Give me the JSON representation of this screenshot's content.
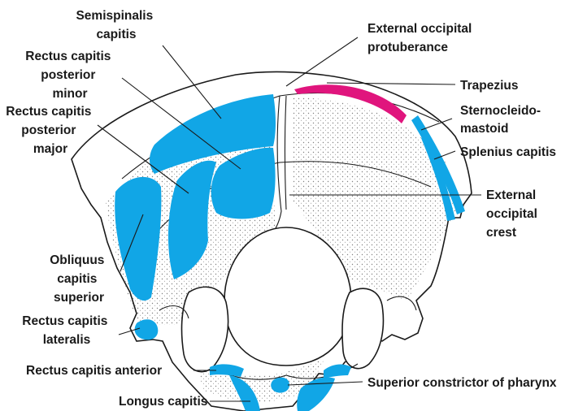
{
  "colors": {
    "muscle_origin": "#11a6e6",
    "muscle_insertion": "#e0157d",
    "bone_outline": "#1a1a1a",
    "background": "#ffffff"
  },
  "labels": {
    "semispinalis_capitis": [
      "Semispinalis",
      "capitis"
    ],
    "rectus_capitis_posterior_minor": [
      "Rectus capitis",
      "posterior",
      "minor"
    ],
    "rectus_capitis_posterior_major": [
      "Rectus capitis",
      "posterior",
      "major"
    ],
    "obliquus_capitis_superior": [
      "Obliquus",
      "capitis",
      "superior"
    ],
    "rectus_capitis_lateralis": [
      "Rectus capitis",
      "lateralis"
    ],
    "rectus_capitis_anterior": [
      "Rectus capitis anterior"
    ],
    "longus_capitis": [
      "Longus capitis"
    ],
    "external_occipital_protuberance": [
      "External occipital",
      "protuberance"
    ],
    "trapezius": [
      "Trapezius"
    ],
    "sternocleidomastoid": [
      "Sternocleido-",
      "mastoid"
    ],
    "splenius_capitis": [
      "Splenius capitis"
    ],
    "external_occipital_crest": [
      "External",
      "occipital",
      "crest"
    ],
    "superior_constrictor_of_pharynx": [
      "Superior constrictor of pharynx"
    ]
  }
}
